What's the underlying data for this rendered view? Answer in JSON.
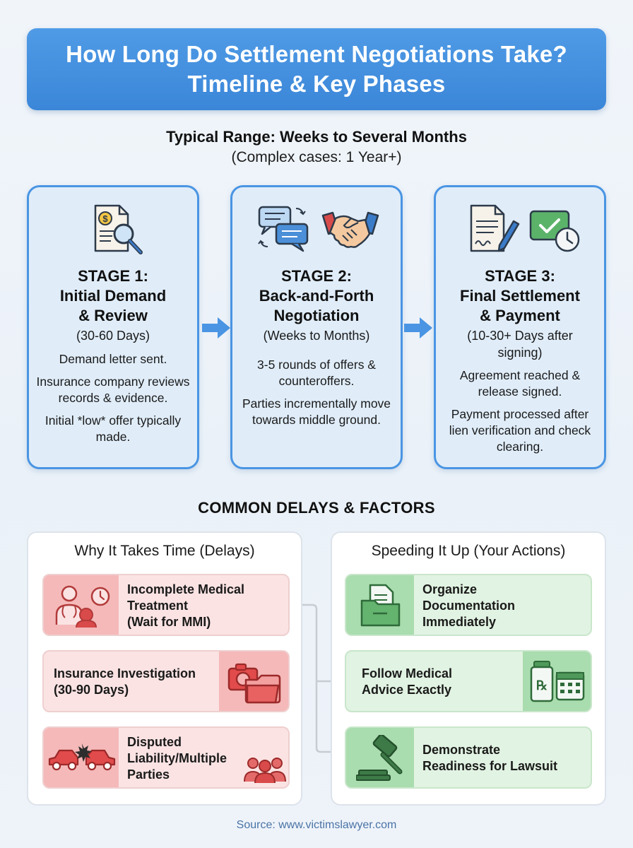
{
  "title": {
    "line1": "How Long Do Settlement Negotiations Take?",
    "line2": "Timeline & Key Phases"
  },
  "range": {
    "main": "Typical Range: Weeks to Several Months",
    "sub": "(Complex cases: 1 Year+)"
  },
  "stages": [
    {
      "heading": [
        "STAGE 1:",
        "Initial Demand",
        "& Review"
      ],
      "duration": [
        "(30-60 Days)"
      ],
      "points": [
        "Demand letter sent.",
        "Insurance company reviews records & evidence.",
        "Initial *low* offer typically made."
      ],
      "icons": [
        "invoice-magnifier-icon"
      ]
    },
    {
      "heading": [
        "STAGE 2:",
        "Back-and-Forth",
        "Negotiation"
      ],
      "duration": [
        "(Weeks to Months)"
      ],
      "points": [
        "3-5 rounds of offers & counteroffers.",
        "Parties incrementally move towards middle ground."
      ],
      "icons": [
        "chat-bubbles-icon",
        "handshake-icon"
      ]
    },
    {
      "heading": [
        "STAGE 3:",
        "Final Settlement",
        "& Payment"
      ],
      "duration": [
        "(10-30+ Days after",
        "signing)"
      ],
      "points": [
        "Agreement reached & release signed.",
        "Payment processed after lien verification and check clearing."
      ],
      "icons": [
        "signed-document-icon",
        "check-clock-icon"
      ]
    }
  ],
  "delays_title": "COMMON DELAYS & FACTORS",
  "delays_panel": {
    "title": "Why It Takes Time (Delays)",
    "items": [
      {
        "label": [
          "Incomplete Medical",
          "Treatment",
          "(Wait for MMI)"
        ],
        "icon": "doctor-patient-clock-icon"
      },
      {
        "label": [
          "Insurance Investigation",
          "(30-90 Days)"
        ],
        "icon": "camera-folder-icon"
      },
      {
        "label": [
          "Disputed",
          "Liability/Multiple",
          "Parties"
        ],
        "icon": "car-crash-people-icon"
      }
    ]
  },
  "speed_panel": {
    "title": "Speeding It Up (Your Actions)",
    "items": [
      {
        "label": [
          "Organize",
          "Documentation",
          "Immediately"
        ],
        "icon": "file-folder-icon"
      },
      {
        "label": [
          "Follow Medical",
          "Advice Exactly"
        ],
        "icon": "prescription-calendar-icon"
      },
      {
        "label": [
          "Demonstrate",
          "Readiness for Lawsuit"
        ],
        "icon": "gavel-icon"
      }
    ]
  },
  "source": "Source: www.victimslawyer.com",
  "colors": {
    "banner": "#3b86d8",
    "stage_border": "#4a95e3",
    "delay_bg": "#fbe3e3",
    "action_bg": "#e1f3e2",
    "source_text": "#4a73a6"
  }
}
